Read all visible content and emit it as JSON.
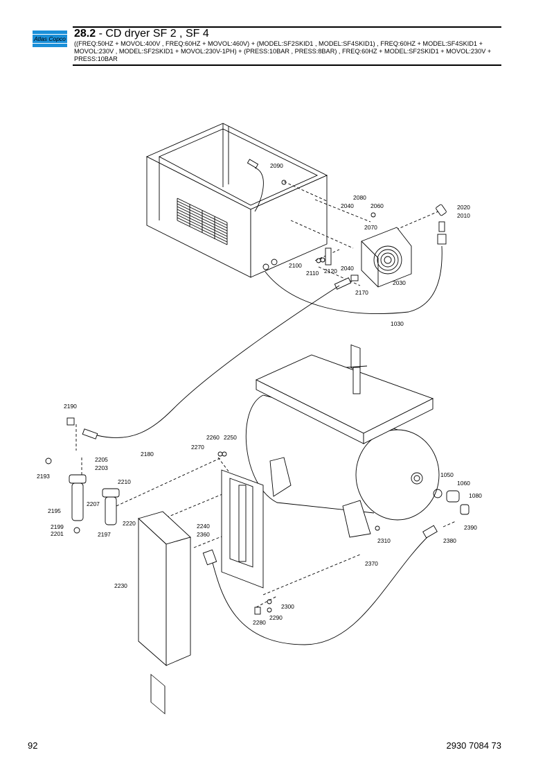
{
  "header": {
    "brand": "Atlas Copco",
    "section_number": "28.2",
    "title_rest": " - CD dryer SF 2 , SF 4",
    "subtitle": "((FREQ:50HZ + MOVOL:400V , FREQ:60HZ + MOVOL:460V) + (MODEL:SF2SKID1 , MODEL:SF4SKID1) , FREQ:60HZ + MODEL:SF4SKID1 + MOVOL:230V , MODEL:SF2SKID1 + MOVOL:230V-1PH) + (PRESS:10BAR , PRESS:8BAR) , FREQ:60HZ + MODEL:SF2SKID1 + MOVOL:230V + PRESS:10BAR"
  },
  "parts": {
    "p1030": "1030",
    "p1050": "1050",
    "p1060": "1060",
    "p1080": "1080",
    "p2010": "2010",
    "p2020": "2020",
    "p2030": "2030",
    "p2040a": "2040",
    "p2040b": "2040",
    "p2060": "2060",
    "p2070": "2070",
    "p2080": "2080",
    "p2090": "2090",
    "p2100": "2100",
    "p2110": "2110",
    "p2120": "2120",
    "p2170": "2170",
    "p2180": "2180",
    "p2190": "2190",
    "p2193": "2193",
    "p2195": "2195",
    "p2197": "2197",
    "p2199": "2199",
    "p2201": "2201",
    "p2203": "2203",
    "p2205": "2205",
    "p2207": "2207",
    "p2210": "2210",
    "p2220": "2220",
    "p2230": "2230",
    "p2240": "2240",
    "p2250": "2250",
    "p2260": "2260",
    "p2270": "2270",
    "p2280": "2280",
    "p2290": "2290",
    "p2300": "2300",
    "p2310": "2310",
    "p2360": "2360",
    "p2370": "2370",
    "p2380": "2380",
    "p2390": "2390"
  },
  "footer": {
    "page_number": "92",
    "doc_number": "2930 7084 73"
  },
  "colors": {
    "logo_blue": "#1a8fd8",
    "line": "#000000"
  }
}
